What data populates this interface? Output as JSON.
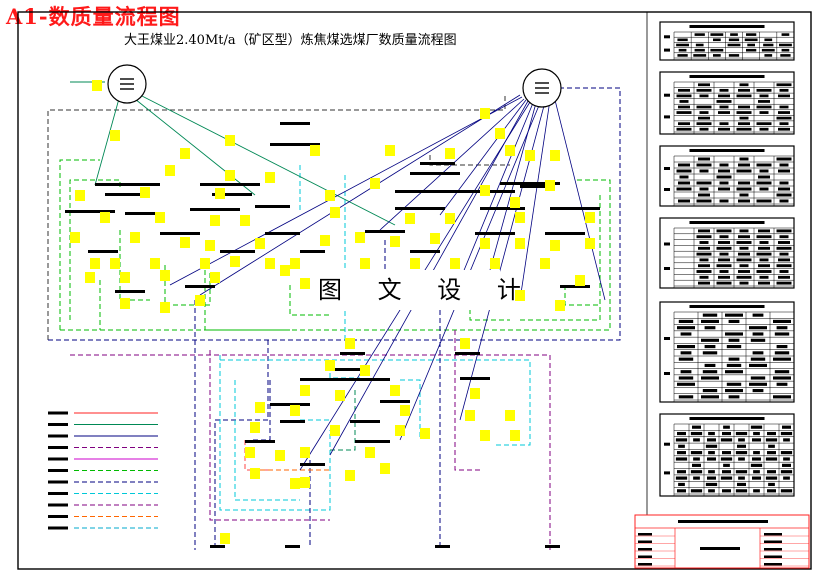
{
  "page": {
    "title": "A1-数质量流程图",
    "drawing_title": "大王煤业2.40Mt/a（矿区型）炼焦煤选煤厂数质量流程图",
    "watermark": "图 文 设 计"
  },
  "colors": {
    "title_red": "#ff1a1a",
    "frame": "#000000",
    "product_line_green": "#00bb00",
    "line_dark_green": "#008855",
    "line_navy": "#000080",
    "line_cyan": "#00c8d8",
    "line_purple": "#800080",
    "line_orange": "#ff6600",
    "note_box_yellow": "#ffff00"
  },
  "legend": {
    "line_colors": [
      "#ff2222",
      "#008855",
      "#000080",
      "#800080",
      "#cc00cc",
      "#00bb00",
      "#000080",
      "#00c8d8",
      "#800080",
      "#ff6600",
      "#00aacc"
    ],
    "dashed": [
      false,
      false,
      false,
      true,
      false,
      true,
      true,
      true,
      true,
      true,
      true
    ]
  }
}
